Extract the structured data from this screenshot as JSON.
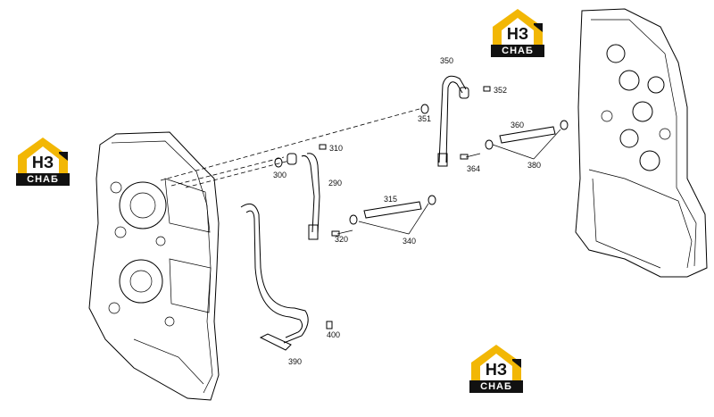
{
  "logos": [
    {
      "abbr": "НЗ",
      "name": "СНАБ"
    },
    {
      "abbr": "НЗ",
      "name": "СНАБ"
    },
    {
      "abbr": "НЗ",
      "name": "СНАБ"
    }
  ],
  "callouts": [
    "350",
    "352",
    "351",
    "360",
    "380",
    "364",
    "310",
    "300",
    "290",
    "315",
    "320",
    "340",
    "400",
    "390"
  ],
  "colors": {
    "logo_yellow": "#f2b705",
    "logo_dark": "#111111",
    "line": "#000000"
  }
}
